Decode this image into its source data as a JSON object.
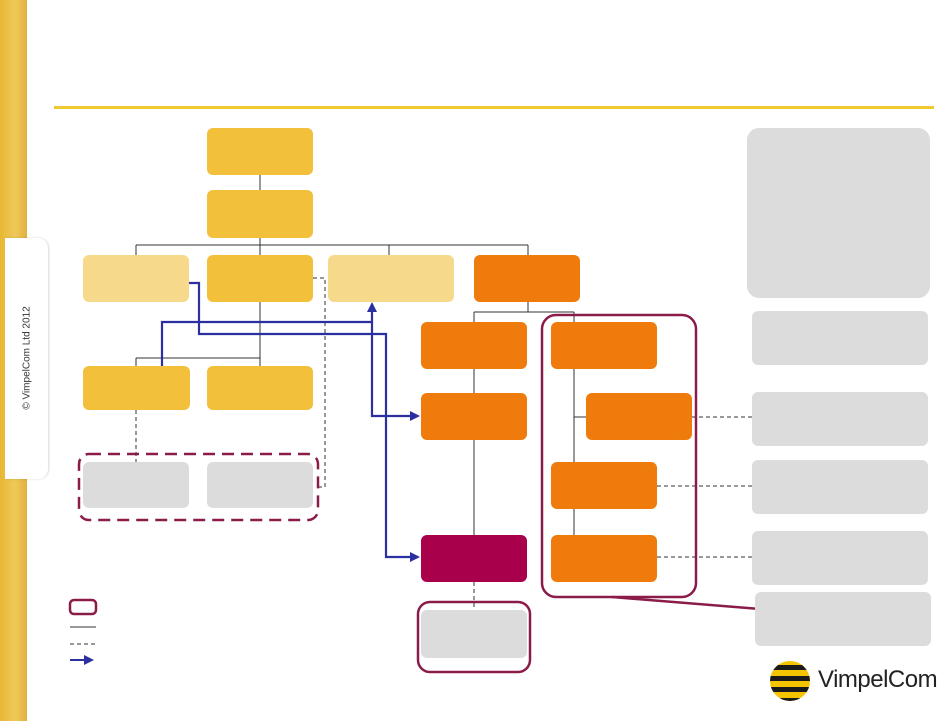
{
  "copyright": "© VimpelCom Ltd 2012",
  "brand": {
    "name": "VimpelCom",
    "logo_icon": "striped-sphere-logo-icon"
  },
  "colors": {
    "accent_yellow": "#f0c830",
    "yellow_box": "#f2c03a",
    "light_yellow_box": "#f7d98c",
    "orange_box": "#ef7b0c",
    "crimson_box": "#a8004a",
    "grey_box": "#dcdcdc",
    "grouping_outline": "#8b1c4a",
    "ownership_arrow": "#2b2fa0"
  },
  "legend": {
    "items": [
      {
        "symbol": "rounded-box"
      },
      {
        "symbol": "solid-line"
      },
      {
        "symbol": "dashed-line"
      },
      {
        "symbol": "arrow"
      }
    ]
  }
}
